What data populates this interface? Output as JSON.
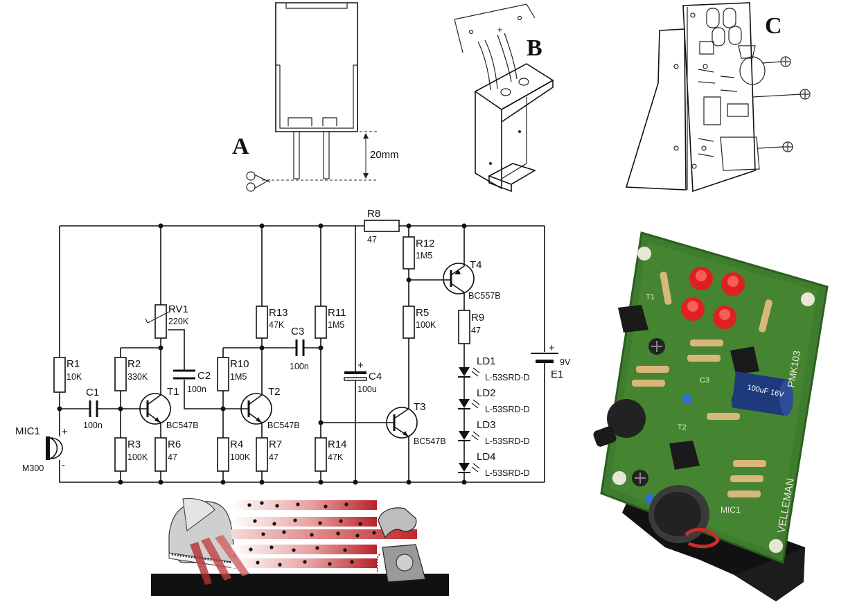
{
  "panels": {
    "a": {
      "letter": "A",
      "dimension": "20mm"
    },
    "b": {
      "letter": "B"
    },
    "c": {
      "letter": "C"
    }
  },
  "components": {
    "r8": {
      "ref": "R8",
      "value": "47"
    },
    "r12": {
      "ref": "R12",
      "value": "1M5"
    },
    "t4": {
      "ref": "T4",
      "value": "BC557B"
    },
    "r5": {
      "ref": "R5",
      "value": "100K"
    },
    "r9": {
      "ref": "R9",
      "value": "47"
    },
    "ld1": {
      "ref": "LD1",
      "value": "L-53SRD-D"
    },
    "ld2": {
      "ref": "LD2",
      "value": "L-53SRD-D"
    },
    "ld3": {
      "ref": "LD3",
      "value": "L-53SRD-D"
    },
    "ld4": {
      "ref": "LD4",
      "value": "L-53SRD-D"
    },
    "e1": {
      "ref": "E1",
      "value": "9V"
    },
    "rv1": {
      "ref": "RV1",
      "value": "220K"
    },
    "r13": {
      "ref": "R13",
      "value": "47K"
    },
    "r11": {
      "ref": "R11",
      "value": "1M5"
    },
    "c3": {
      "ref": "C3",
      "value": "100n"
    },
    "r1": {
      "ref": "R1",
      "value": "10K"
    },
    "r2": {
      "ref": "R2",
      "value": "330K"
    },
    "c2": {
      "ref": "C2",
      "value": "100n"
    },
    "r10": {
      "ref": "R10",
      "value": "1M5"
    },
    "c4": {
      "ref": "C4",
      "value": "100u"
    },
    "c1": {
      "ref": "C1",
      "value": "100n"
    },
    "t1": {
      "ref": "T1",
      "value": "BC547B"
    },
    "t2": {
      "ref": "T2",
      "value": "BC547B"
    },
    "t3": {
      "ref": "T3",
      "value": "BC547B"
    },
    "mic1": {
      "ref": "MIC1",
      "value": "M300"
    },
    "r3": {
      "ref": "R3",
      "value": "100K"
    },
    "r6": {
      "ref": "R6",
      "value": "47"
    },
    "r4": {
      "ref": "R4",
      "value": "100K"
    },
    "r7": {
      "ref": "R7",
      "value": "47"
    },
    "r14": {
      "ref": "R14",
      "value": "47K"
    }
  },
  "board": {
    "silk_model": "PMK103",
    "silk_brand": "VELLEMAN",
    "silk_mic": "MIC1",
    "silk_t1": "T1",
    "silk_t2": "T2",
    "silk_c3": "C3",
    "capacitor_print": "100uF 16V"
  },
  "colors": {
    "pcb": "#3f7d2e",
    "pcb_dark": "#2c5e20",
    "led_red": "#e02020",
    "wire": "#111111",
    "gradient_red": "#c8323a"
  }
}
